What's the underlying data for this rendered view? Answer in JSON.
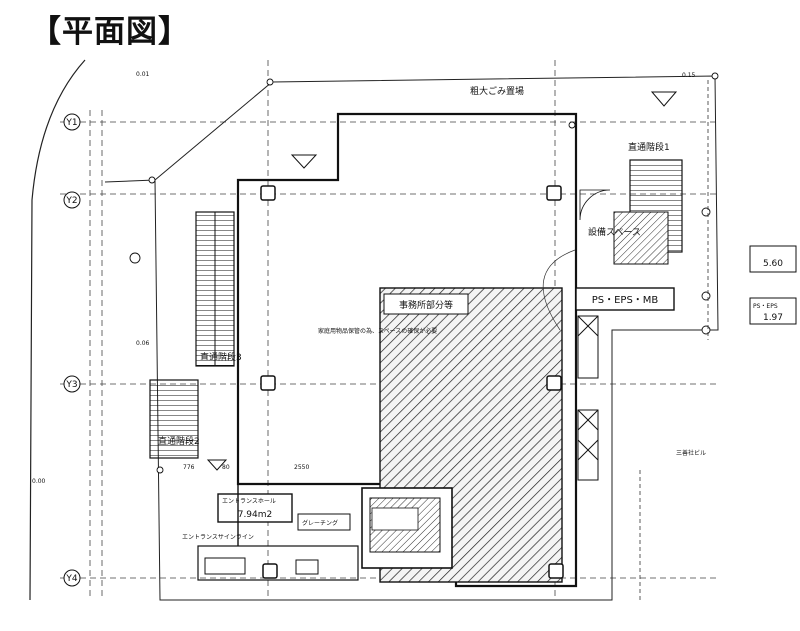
{
  "title": "【平面図】",
  "labels": {
    "garbage_room": "粗大ごみ置場",
    "stair1": "直通階段1",
    "stair2": "直通階段2",
    "stair3": "直通階段3",
    "neighbor_building": "三善社ビル",
    "entrance_hall": "エントランスホール",
    "entrance_hall_area": "7.94m2",
    "entrance_sign": "エントランスサインライン",
    "greening_area": "グレーチング",
    "ps_eps_mb": "PS・EPS・MB",
    "ps_eps_right": "PS・EPS",
    "ps_eps_right_area": "1.97",
    "space_area": "5.60",
    "space_label": "設備スペース",
    "hatch_note": "事務所部分等",
    "plan_note": "家庭用物品保管の為、スペースの確保が必要"
  },
  "dims": {
    "top_left": "0.01",
    "top_right": "0.15",
    "bottom_left": "0.00",
    "left_mid": "0.06",
    "dim_776": "776",
    "dim_2550": "2550",
    "dim_80": "80"
  },
  "axes": [
    "Y1",
    "Y2",
    "Y3",
    "Y4"
  ]
}
